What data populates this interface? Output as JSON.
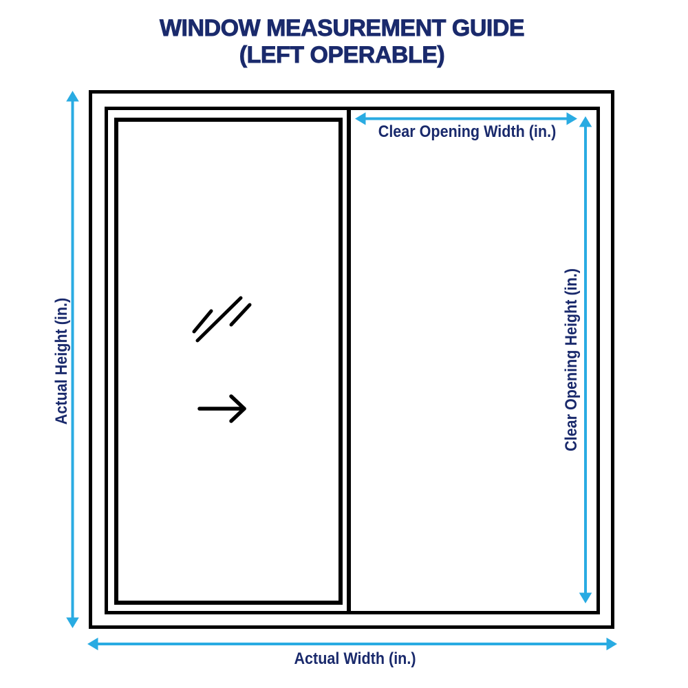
{
  "title": {
    "line1": "WINDOW MEASUREMENT GUIDE",
    "line2": "(LEFT OPERABLE)"
  },
  "labels": {
    "actual_height": "Actual Height (in.)",
    "actual_width": "Actual Width (in.)",
    "clear_opening_width": "Clear Opening Width (in.)",
    "clear_opening_height": "Clear Opening Height (in.)"
  },
  "colors": {
    "accent_cyan": "#29ABE2",
    "navy": "#1A2A6C",
    "black": "#000000"
  }
}
